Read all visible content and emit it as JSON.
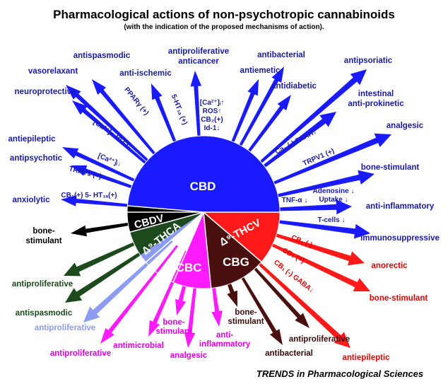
{
  "header": {
    "title": "Pharmacological actions of non-psychotropic cannabinoids",
    "subtitle": "(with the indication of the proposed mechanisms of action)."
  },
  "footer": {
    "source": "TRENDS in Pharmacological Sciences"
  },
  "colors": {
    "cbd": "#1a1aff",
    "cbd_text": "#1a1aa8",
    "cbdv": "#000000",
    "thca": "#1c4a1c",
    "thcv": "#ff1a1a",
    "thcv_text": "#e60000",
    "cbg": "#4a0f0f",
    "cbc": "#ff1aff",
    "cbc_text": "#e600e6",
    "periwinkle": "#8c9cf2"
  },
  "segments": {
    "cbd": "CBD",
    "cbdv": "CBDV",
    "thca": "Δ⁹-THCA",
    "thcv": "Δ⁹-THCV",
    "cbc": "CBC",
    "cbg": "CBG"
  },
  "cbd": {
    "effects": {
      "antispasmodic": "antispasmodic",
      "vasorelaxant": "vasorelaxant",
      "antiischemic": "anti-ischemic",
      "antiproliferative_1": "antiproliferative",
      "anticancer": "anticancer",
      "antibacterial": "antibacterial",
      "antiemetic": "antiemetic",
      "antipsoriatic": "antipsoriatic",
      "antidiabetic": "antidiabetic",
      "neuroprotective": "neuroprotective",
      "intestinal_1": "intestinal",
      "intestinal_2": "anti-prokinetic",
      "analgesic": "analgesic",
      "antiepileptic": "antiepileptic",
      "antipsychotic": "antipsychotic",
      "bone_stimulant": "bone-stimulant",
      "anxiolytic": "anxiolytic",
      "antiinflammatory": "anti-inflammatory",
      "immunosuppressive": "immunosuppressive"
    },
    "mechanisms": {
      "ppar": "PPARγ (+)",
      "ht1a": "5-HT₁ₐ (+)",
      "ca_up": "[Ca²⁺]ᵢ↑",
      "ros_up": "ROS↑",
      "cb2": "CB₂(+)",
      "id1": "Id-1↓",
      "ca_ros": "[Ca²⁺]ᵢ↓   ROS↓",
      "ca2": "[Ca²⁺]ᵢ↓",
      "trpv1_left": "TRPV1 (+)",
      "cb1_ht1a": "CB₁(+) 5- HT₁ₐ(+)",
      "faah": "Ca₁ (-) FAAH↓",
      "trpv1_right": "TRPV1 (+)",
      "tnf": "TNF-α ↓",
      "adenosine_1": "Adenosine ↓",
      "adenosine_2": "Uptake ↓",
      "tcells": "T-cells ↓"
    }
  },
  "cbdv": {
    "effects": {
      "bone_1": "bone-",
      "bone_2": "stimulant"
    }
  },
  "thca": {
    "effects": {
      "antiproliferative": "antiproliferative",
      "antispasmodic": "antispasmodic"
    }
  },
  "periwinkle": {
    "effects": {
      "antiproliferative": "antiproliferative"
    }
  },
  "cbc": {
    "effects": {
      "antiproliferative": "antiproliferative",
      "antimicrobial": "antimicrobial",
      "bone_1": "bone-",
      "bone_2": "stimulant",
      "analgesic": "analgesic",
      "antiinfl_1": "anti-",
      "antiinfl_2": "inflammatory"
    }
  },
  "cbg": {
    "effects": {
      "bone_1": "bone-",
      "bone_2": "stimulant",
      "antibacterial": "antibacterial",
      "antiproliferative": "antiproliferative"
    }
  },
  "thcv": {
    "effects": {
      "anorectic": "anorectic",
      "bone_stimulant": "bone-stimulant",
      "antiepileptic": "antiepileptic"
    },
    "mechanisms": {
      "cb1": "CB₁ (-)",
      "cb2": "CB₂ (+)",
      "cb1_gaba": "CB₁ (-) GABA↓"
    }
  }
}
